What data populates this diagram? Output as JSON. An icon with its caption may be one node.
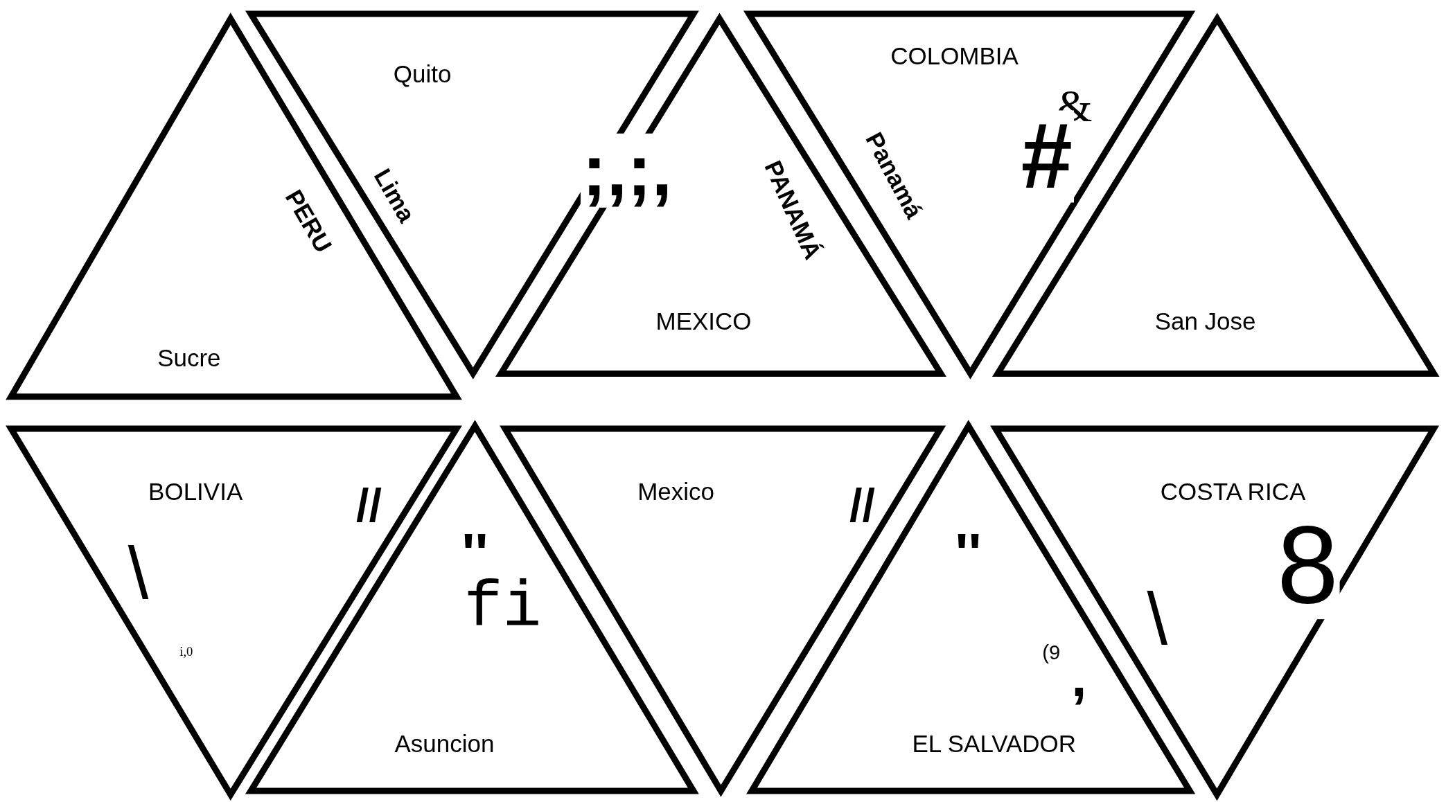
{
  "diagram": {
    "nodes": [
      {
        "text": [
          "Sucre",
          "PERU"
        ]
      },
      {
        "text": [
          "Quito",
          "Lima"
        ]
      },
      {
        "text": [
          "PANAMÁ",
          "MEXICO"
        ]
      },
      {
        "text": [
          "COLOMBIA",
          "Panamá"
        ]
      },
      {
        "text": [
          "San Jose"
        ]
      },
      {
        "text": [
          "BOLIVIA"
        ]
      },
      {
        "text": [
          "Asuncion"
        ]
      },
      {
        "text": [
          "Mexico"
        ]
      },
      {
        "text": [
          "EL SALVADOR"
        ]
      },
      {
        "text": [
          "COSTA RICA"
        ]
      }
    ],
    "labels": [
      "&",
      "#",
      ";,;,",
      "//",
      "''",
      "//",
      "''",
      "8",
      "\\",
      "fi",
      "\\",
      "i,0",
      "(9",
      ","
    ]
  }
}
